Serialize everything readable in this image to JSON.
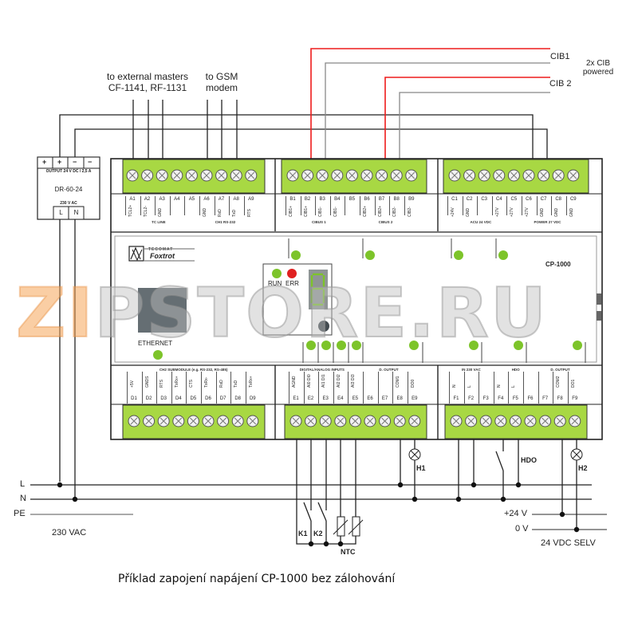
{
  "title": "Příklad zapojení napájení CP-1000 bez zálohování",
  "colors": {
    "terminal_green": "#a8d843",
    "led_green": "#7dc42a",
    "led_red": "#e02020",
    "power_wire_red": "#ee1c1c",
    "bus_wire_gray": "#888888",
    "wire_black": "#222222",
    "display_bg": "#8f9595",
    "ethernet_bg": "#5d666b"
  },
  "top_labels": {
    "external_masters": [
      "to external masters",
      "CF-1141, RF-1131"
    ],
    "gsm": [
      "to GSM",
      "modem"
    ],
    "cib1": "CIB1",
    "cib2": "CIB 2",
    "cib_powered": [
      "2x CIB",
      "powered"
    ]
  },
  "power_supply": {
    "model": "DR-60-24",
    "output_label": "OUTPUT 24 V DC / 2,5 A",
    "input_label": "230 V AC",
    "output_terminals": [
      "+",
      "+",
      "−",
      "−"
    ],
    "input_terminals": [
      "L",
      "N"
    ]
  },
  "controller": {
    "model": "CP-1000",
    "brand": "Foxtrot",
    "brand_sub": "TECOMAT",
    "status_leds": [
      "RUN",
      "ERR"
    ],
    "display_digit": "8",
    "ethernet_label": "ETHERNET"
  },
  "terminal_blocks": {
    "A": {
      "ids": [
        "A1",
        "A2",
        "A3",
        "A4",
        "A5",
        "A6",
        "A7",
        "A8",
        "A9"
      ],
      "signals": [
        "TCL2+",
        "TCL2-",
        "GND",
        "",
        "",
        "GND",
        "RxD",
        "TxD",
        "RTS"
      ],
      "groups": [
        "TC LINE",
        "CH1 RS-232"
      ]
    },
    "B": {
      "ids": [
        "B1",
        "B2",
        "B3",
        "B4",
        "B5",
        "B6",
        "B7",
        "B8",
        "B9"
      ],
      "signals": [
        "CIB1+",
        "CIB1+",
        "CIB1-",
        "CIB1-",
        "",
        "CIB2+",
        "CIB2+",
        "CIB2-",
        "CIB2-"
      ],
      "groups": [
        "CIBUS 1",
        "CIBUS 2"
      ]
    },
    "C": {
      "ids": [
        "C1",
        "C2",
        "C3",
        "C4",
        "C5",
        "C6",
        "C7",
        "C8",
        "C9"
      ],
      "signals": [
        "+24V",
        "GND",
        "",
        "+27V",
        "+27V",
        "+27V",
        "GND",
        "GND",
        "GND"
      ],
      "groups": [
        "ACU 24 VDC",
        "POWER 27 VDC"
      ]
    },
    "D": {
      "ids": [
        "D1",
        "D2",
        "D3",
        "D4",
        "D5",
        "D6",
        "D7",
        "D8",
        "D9"
      ],
      "signals": [
        "+5V",
        "GNDS",
        "RTS",
        "TxRx+",
        "CTS",
        "TxRx-",
        "RxD",
        "TxD",
        "TxRx+"
      ],
      "groups": [
        "CH2 SUBMODULE (e.g. RS-232, RS-485)"
      ]
    },
    "E": {
      "ids": [
        "E1",
        "E2",
        "E3",
        "E4",
        "E5",
        "E6",
        "E7",
        "E8",
        "E9"
      ],
      "signals": [
        "AGND",
        "AI0 DI0",
        "AI1 DI1",
        "AI2 DI2",
        "AI3 DI3",
        "",
        "",
        "COM1",
        "DO0"
      ],
      "groups": [
        "DIGITAL/ANALOG INPUTS",
        "D. OUTPUT"
      ]
    },
    "F": {
      "ids": [
        "F1",
        "F2",
        "F3",
        "F4",
        "F5",
        "F6",
        "F7",
        "F8",
        "F9"
      ],
      "signals": [
        "N",
        "L",
        "",
        "N",
        "L",
        "",
        "",
        "COM2",
        "DO1"
      ],
      "groups": [
        "IN 230 VAC",
        "HDO",
        "D. OUTPUT"
      ]
    }
  },
  "supply_rails": {
    "ac": [
      "L",
      "N",
      "PE"
    ],
    "ac_label": "230 VAC",
    "dc": [
      "+24 V",
      "0 V"
    ],
    "dc_label": "24 VDC SELV"
  },
  "components": {
    "relays": [
      "K1",
      "K2"
    ],
    "sensors": "NTC",
    "lamps": [
      "H1",
      "H2"
    ],
    "hdo": "HDO"
  },
  "watermark": "ZIPSTORE.RU"
}
